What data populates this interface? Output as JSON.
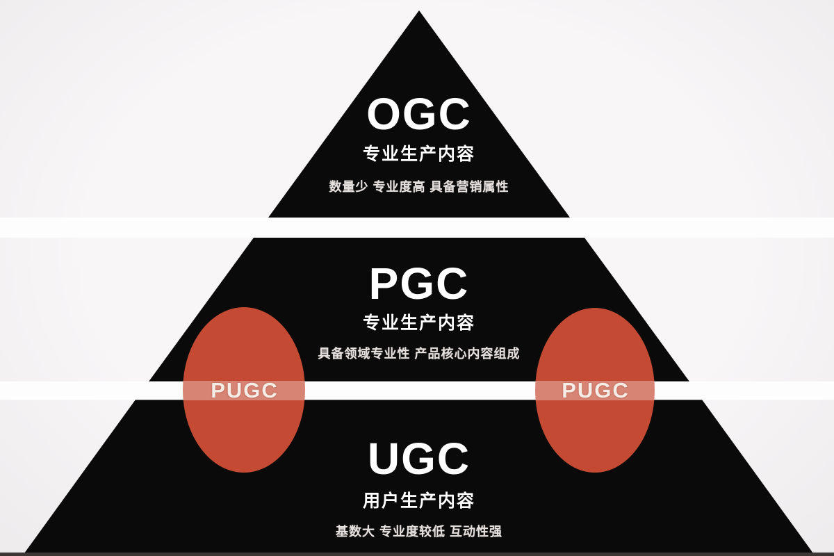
{
  "diagram": {
    "name": "content production pyramid",
    "tiers": [
      {
        "acronym": "OGC",
        "subtitle": "专业生产内容",
        "details": "数量少 专业度高 具备营销属性"
      },
      {
        "acronym": "PGC",
        "subtitle": "专业生产内容",
        "details": "具备领域专业性 产品核心内容组成"
      },
      {
        "acronym": "UGC",
        "subtitle": "用户生产内容",
        "details": "基数大 专业度较低 互动性强"
      }
    ],
    "badges": {
      "left": "PUGC",
      "right": "PUGC"
    },
    "colors": {
      "pyramid": "#0a0a0a",
      "circle": "#c44a33",
      "background": "#f4f2f3",
      "gap": "#fdfdfd",
      "bottom_strip": "#3b3536"
    }
  }
}
